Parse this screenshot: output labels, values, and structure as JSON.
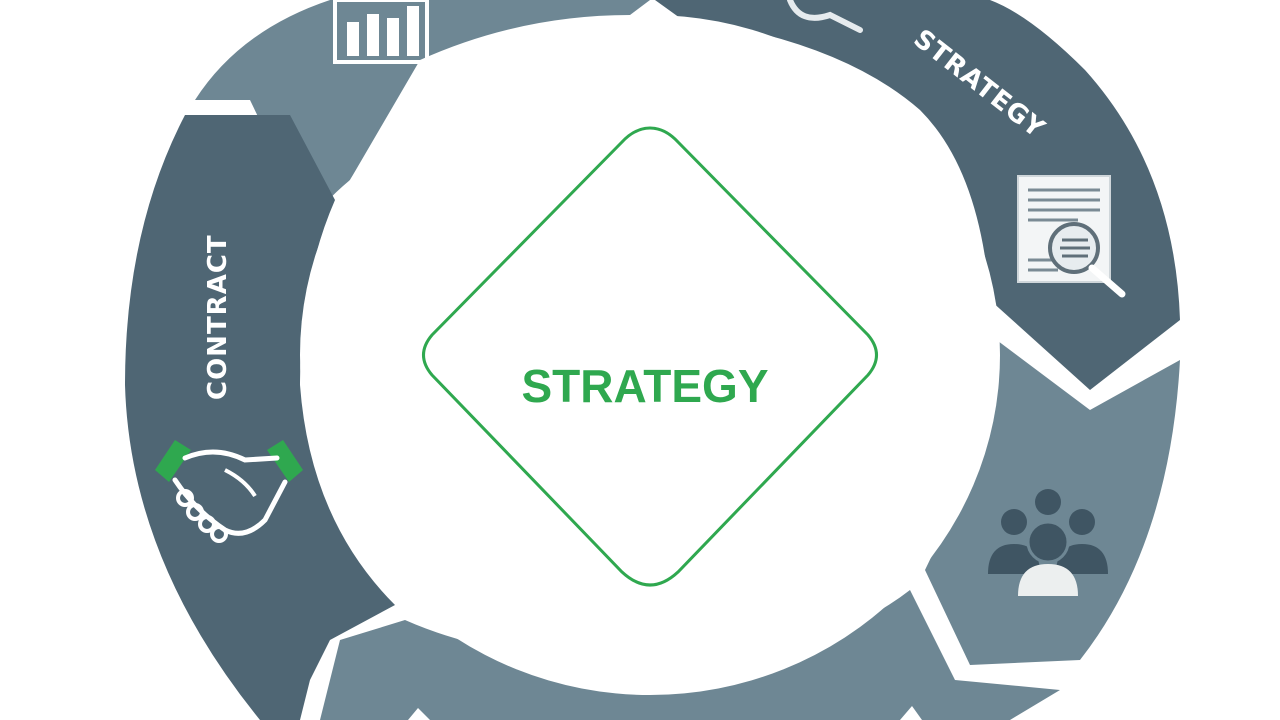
{
  "center": {
    "label": "STRATEGY"
  },
  "segments": [
    {
      "id": "top-left",
      "color": "#6e8794",
      "icon": "bar-chart-icon"
    },
    {
      "id": "top-right",
      "color": "#4f6674",
      "label": "STRATEGY",
      "icon": "document-search-icon"
    },
    {
      "id": "right",
      "color": "#6e8794",
      "icon": "team-icon"
    },
    {
      "id": "bottom",
      "color": "#6e8794"
    },
    {
      "id": "left",
      "color": "#4f6674",
      "label": "CONTRACT",
      "icon": "handshake-icon"
    }
  ],
  "colors": {
    "accent": "#2fa84f",
    "dark_segment": "#4f6674",
    "light_segment": "#6e8794",
    "background": "#ffffff"
  }
}
